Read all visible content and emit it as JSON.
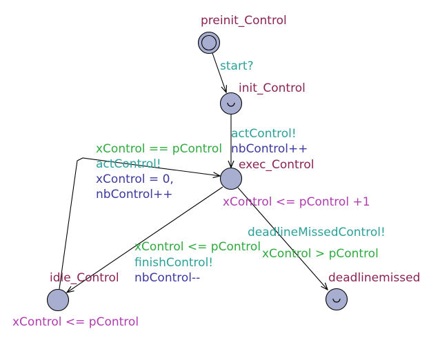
{
  "colors": {
    "location_name": "#8b2252",
    "sync": "#2aa198",
    "guard": "#2eaa3e",
    "update": "#3b38a0",
    "invariant": "#b03bb0",
    "node_fill": "#a8aed0",
    "stroke": "#000000"
  },
  "locations": [
    {
      "id": "preinit",
      "name": "preinit_Control",
      "kind": "initial"
    },
    {
      "id": "init",
      "name": "init_Control",
      "kind": "urgent",
      "icon": "urgent-icon"
    },
    {
      "id": "exec",
      "name": "exec_Control",
      "kind": "normal",
      "invariant": "xControl <= pControl +1"
    },
    {
      "id": "idle",
      "name": "idle_Control",
      "kind": "normal",
      "invariant": "xControl <= pControl"
    },
    {
      "id": "missed",
      "name": "deadlinemissed",
      "kind": "urgent",
      "icon": "urgent-icon"
    }
  ],
  "edges": [
    {
      "from": "preinit",
      "to": "init",
      "sync": "start?"
    },
    {
      "from": "init",
      "to": "exec",
      "sync": "actControl!",
      "update": "nbControl++"
    },
    {
      "from": "idle",
      "to": "exec",
      "guard": "xControl == pControl",
      "sync": "actControl!",
      "update_lines": [
        "xControl = 0,",
        "nbControl++"
      ]
    },
    {
      "from": "exec",
      "to": "idle",
      "guard": "xControl <= pControl",
      "sync": "finishControl!",
      "update": "nbControl--"
    },
    {
      "from": "exec",
      "to": "missed",
      "sync": "deadlineMissedControl!",
      "guard": "xControl > pControl"
    }
  ]
}
